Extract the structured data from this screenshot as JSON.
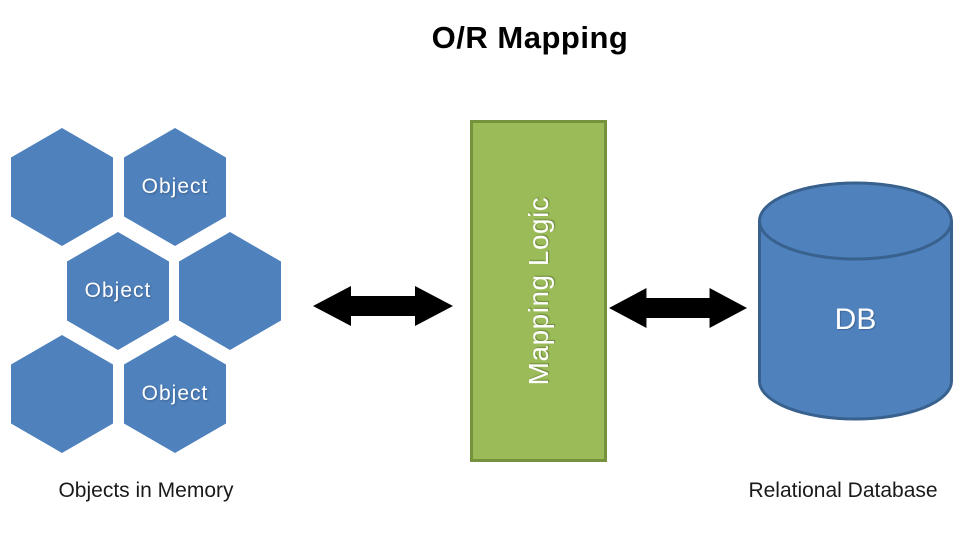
{
  "title": "O/R Mapping",
  "memory": {
    "caption": "Objects in Memory",
    "hexagons": [
      {
        "label": ""
      },
      {
        "label": "Object"
      },
      {
        "label": "Object"
      },
      {
        "label": ""
      },
      {
        "label": ""
      },
      {
        "label": "Object"
      }
    ]
  },
  "mapping": {
    "label": "Mapping Logic"
  },
  "database": {
    "label": "DB",
    "caption": "Relational Database"
  },
  "colors": {
    "hexagon_fill": "#4F81BD",
    "cylinder_fill": "#4F81BD",
    "cylinder_border": "#38618E",
    "mapping_fill": "#9BBB59",
    "mapping_border": "#76923C",
    "arrow": "#000000",
    "label_text": "#FFFFFF",
    "caption_text": "#1A1A1A"
  }
}
